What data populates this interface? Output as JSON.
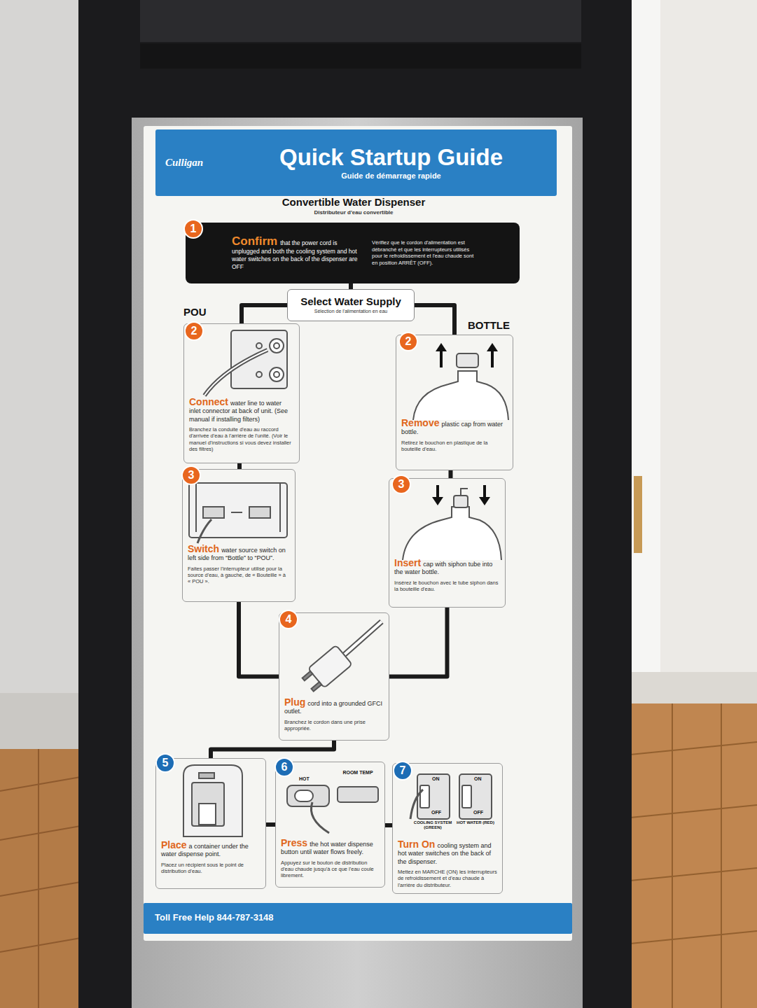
{
  "diagram": {
    "nodes": [
      {
        "text": [
          "Culligan",
          "Quick Startup Guide",
          "Guide de démarrage rapide"
        ]
      },
      {
        "text": [
          "Confirm",
          "that the power cord is unplugged and both the cooling system and hot water switches on the back of the dispenser are OFF",
          "Vérifiez que le cordon d'alimentation est débranché et que les interrupteurs utilisés pour le refroidissement et l'eau chaude sont en position ARRÊT (OFF)."
        ]
      },
      {
        "text": [
          "1"
        ]
      },
      {
        "text": [
          "Select Water Supply",
          "Sélection de l'alimentation en eau"
        ]
      },
      {
        "text": [
          "Connect",
          "water line to water inlet connector at back of unit. (See manual if installing filters)",
          "Branchez la conduite d'eau au raccord d'arrivée d'eau à l'arrière de l'unité. (Voir le manuel d'instructions si vous devez installer des filtres)"
        ]
      },
      {
        "text": [
          "2"
        ]
      },
      {
        "text": [
          "Remove",
          "plastic cap from water bottle.",
          "Retirez le bouchon en plastique de la bouteille d'eau."
        ]
      },
      {
        "text": [
          "2"
        ]
      },
      {
        "text": [
          "Switch",
          "water source switch on left side from “Bottle” to “POU”.",
          "Faites passer l'interrupteur utilisé pour la source d'eau, à gauche, de « Bouteille » à « POU »."
        ]
      },
      {
        "text": [
          "3"
        ]
      },
      {
        "text": [
          "Insert",
          "cap with siphon tube into the water bottle.",
          "Insérez le bouchon avec le tube siphon dans la bouteille d'eau."
        ]
      },
      {
        "text": [
          "3"
        ]
      },
      {
        "text": [
          "Plug",
          "cord into a grounded GFCI outlet.",
          "Branchez le cordon dans une prise appropriée."
        ]
      },
      {
        "text": [
          "4"
        ]
      },
      {
        "text": [
          "Place",
          "a container under the water dispense point.",
          "Placez un récipient sous le point de distribution d'eau."
        ]
      },
      {
        "text": [
          "5"
        ]
      },
      {
        "text": [
          "Press",
          "the hot water dispense button until water flows freely.",
          "Appuyez sur le bouton de distribution d'eau chaude jusqu'à ce que l'eau coule librement."
        ]
      },
      {
        "text": [
          "6"
        ]
      },
      {
        "text": [
          "Turn On",
          "cooling system and hot water switches on the back of the dispenser.",
          "Mettez en MARCHE (ON) les interrupteurs de refroidissement et d'eau chaude à l'arrière du distributeur."
        ]
      },
      {
        "text": [
          "7"
        ]
      },
      {
        "text": [
          "Toll Free Help 844-787-3148"
        ]
      }
    ],
    "edges": [
      {
        "from": 1,
        "to": 3,
        "arrow": "none"
      },
      {
        "from": 3,
        "to": 4,
        "arrow": "none"
      },
      {
        "from": 3,
        "to": 6,
        "arrow": "none"
      },
      {
        "from": 4,
        "to": 8,
        "arrow": "none"
      },
      {
        "from": 6,
        "to": 10,
        "arrow": "none"
      },
      {
        "from": 8,
        "to": 12,
        "arrow": "none"
      },
      {
        "from": 10,
        "to": 12,
        "arrow": "none"
      },
      {
        "from": 12,
        "to": 14,
        "arrow": "none"
      },
      {
        "from": 14,
        "to": 16,
        "arrow": "none"
      },
      {
        "from": 16,
        "to": 18,
        "arrow": "none"
      }
    ],
    "labels": [
      "Convertible Water Dispenser",
      "Distributeur d'eau convertible",
      "POU",
      "BOTTLE",
      "HOT",
      "ROOM TEMP",
      "ON",
      "OFF",
      "ON",
      "OFF",
      "COOLING SYSTEM (GREEN)",
      "HOT WATER (RED)"
    ]
  }
}
